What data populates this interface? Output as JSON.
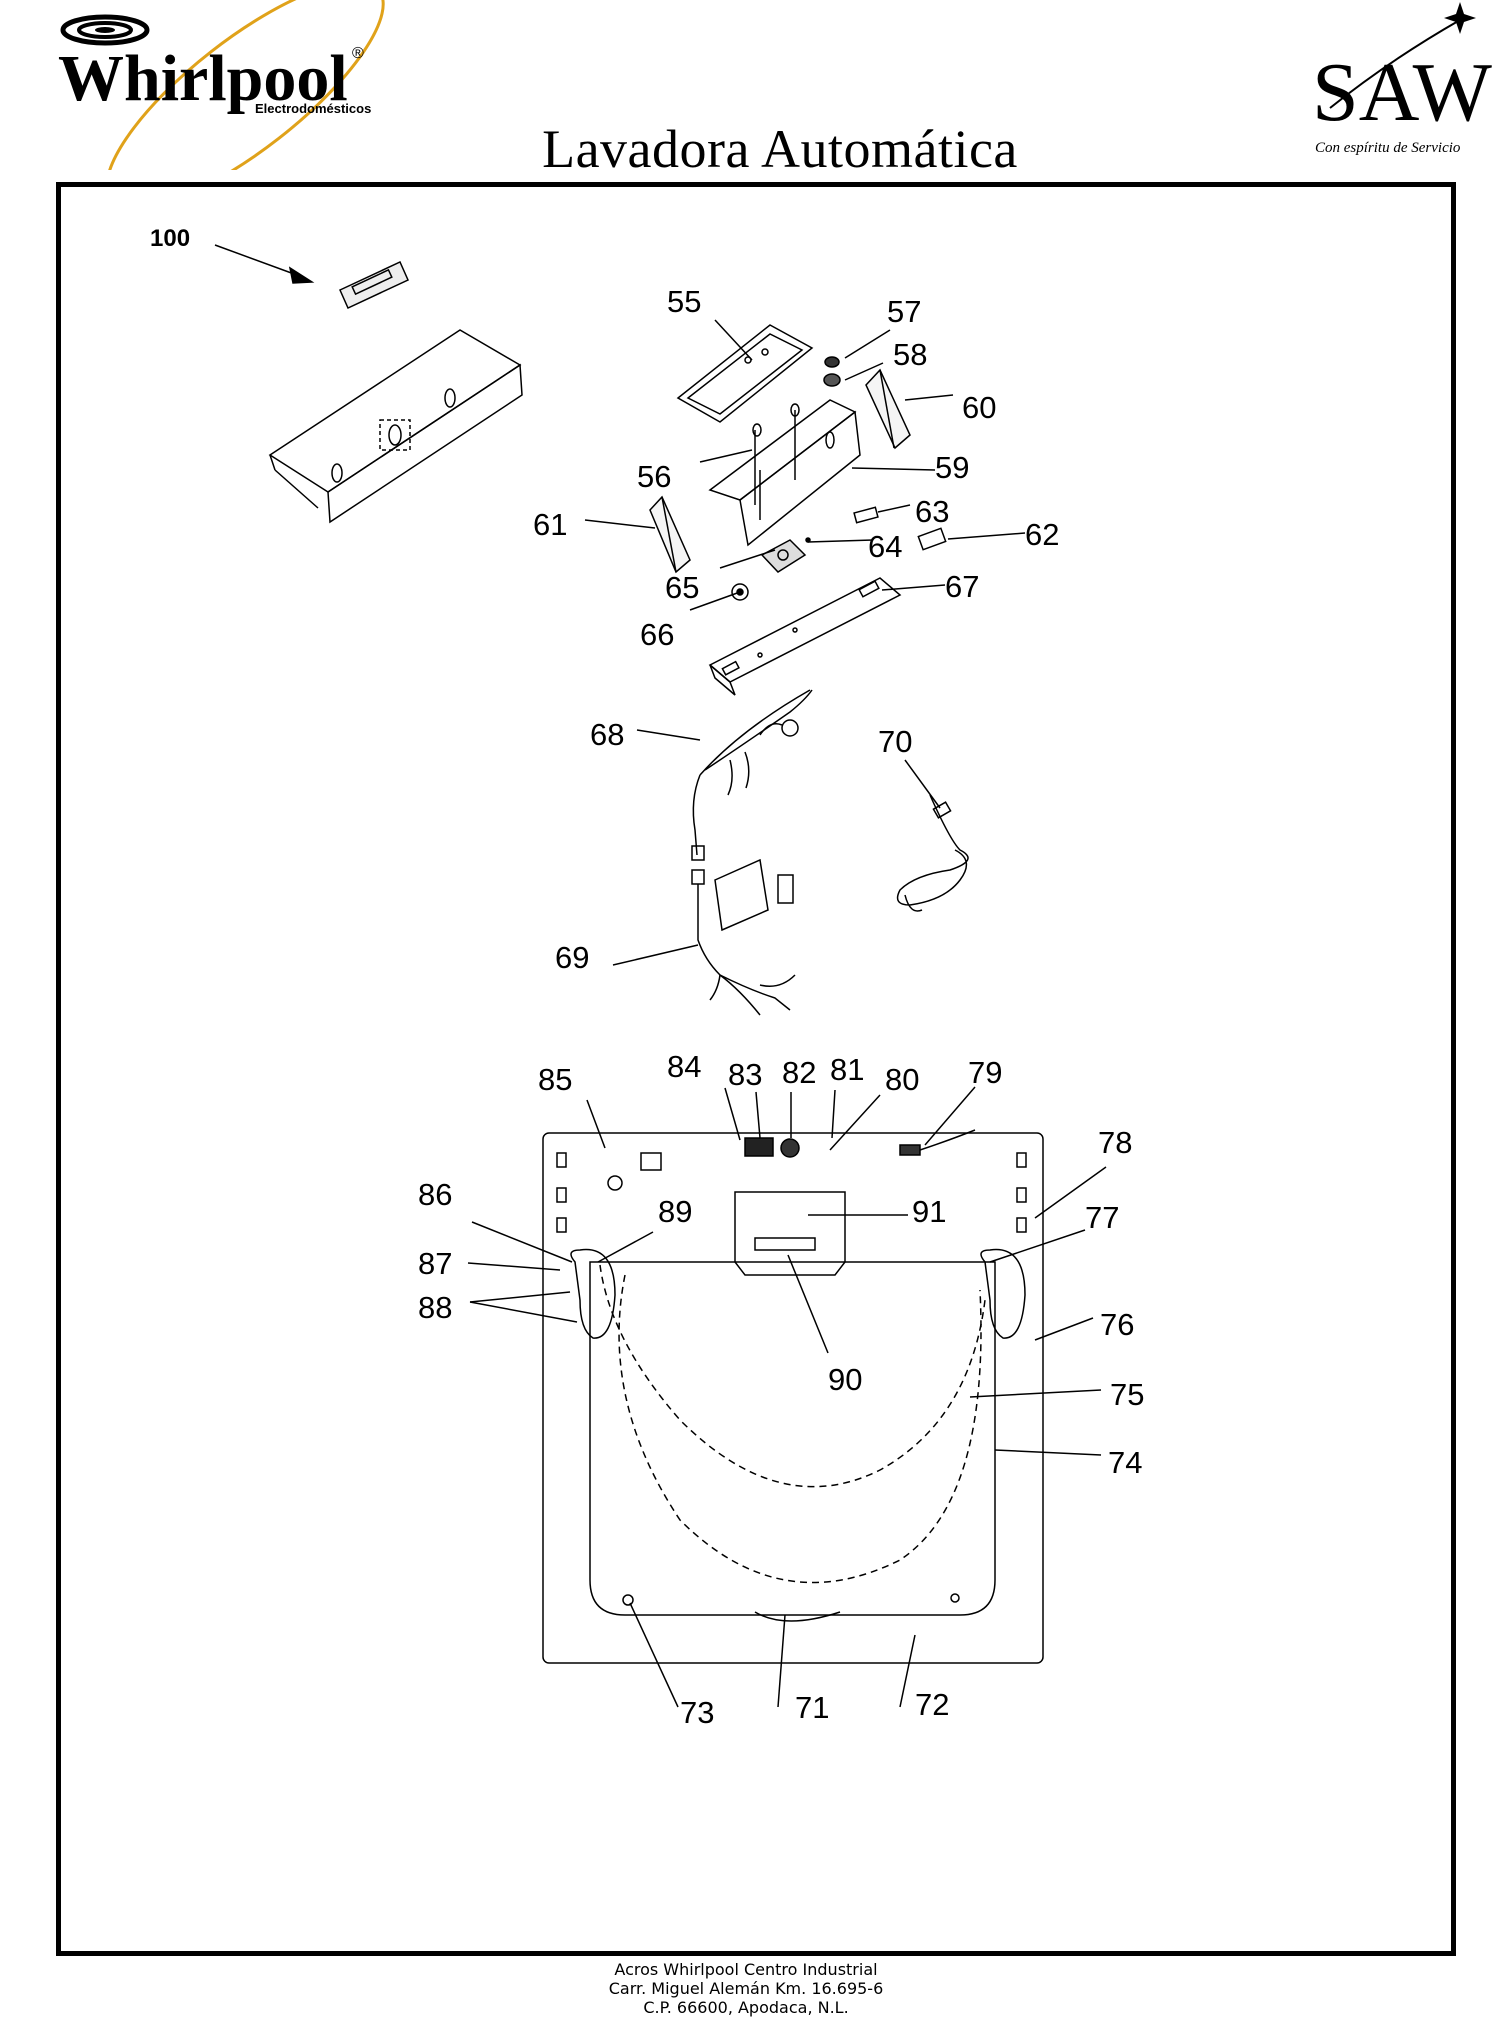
{
  "header": {
    "brand": "Whirlpool",
    "brand_registered": "®",
    "brand_subtitle": "Electrodomésticos",
    "title": "Lavadora Automática",
    "partner_logo": "SAW",
    "partner_tagline": "Con espíritu de Servicio"
  },
  "part_labels": [
    "100",
    "55",
    "57",
    "58",
    "60",
    "56",
    "59",
    "61",
    "63",
    "62",
    "64",
    "65",
    "67",
    "66",
    "68",
    "70",
    "69",
    "85",
    "84",
    "83",
    "82",
    "81",
    "80",
    "79",
    "78",
    "86",
    "89",
    "91",
    "77",
    "87",
    "88",
    "76",
    "90",
    "75",
    "74",
    "73",
    "71",
    "72"
  ],
  "footer": {
    "line1": "Acros Whirlpool Centro Industrial",
    "line2": "Carr. Miguel Alemán Km. 16.695-6",
    "line3": "C.P. 66600, Apodaca, N.L."
  }
}
